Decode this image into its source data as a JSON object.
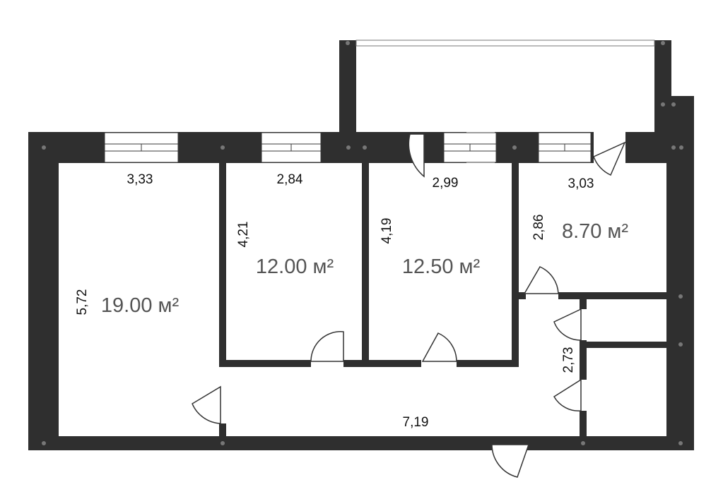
{
  "dimensions": {
    "room1_width": "3,33",
    "room1_length": "5,72",
    "room2_width": "2,84",
    "room2_length": "4,21",
    "room3_width": "2,99",
    "room3_length": "4,19",
    "room4_width": "3,03",
    "room4_length": "2,86",
    "hall_length": "7,19",
    "corridor_length": "2,73"
  },
  "areas": {
    "room1": "19.00 м²",
    "room2": "12.00 м²",
    "room3": "12.50 м²",
    "room4": "8.70 м²"
  },
  "colors": {
    "wall": "#2f2f2f",
    "background": "#ffffff",
    "area_text": "#555555"
  }
}
